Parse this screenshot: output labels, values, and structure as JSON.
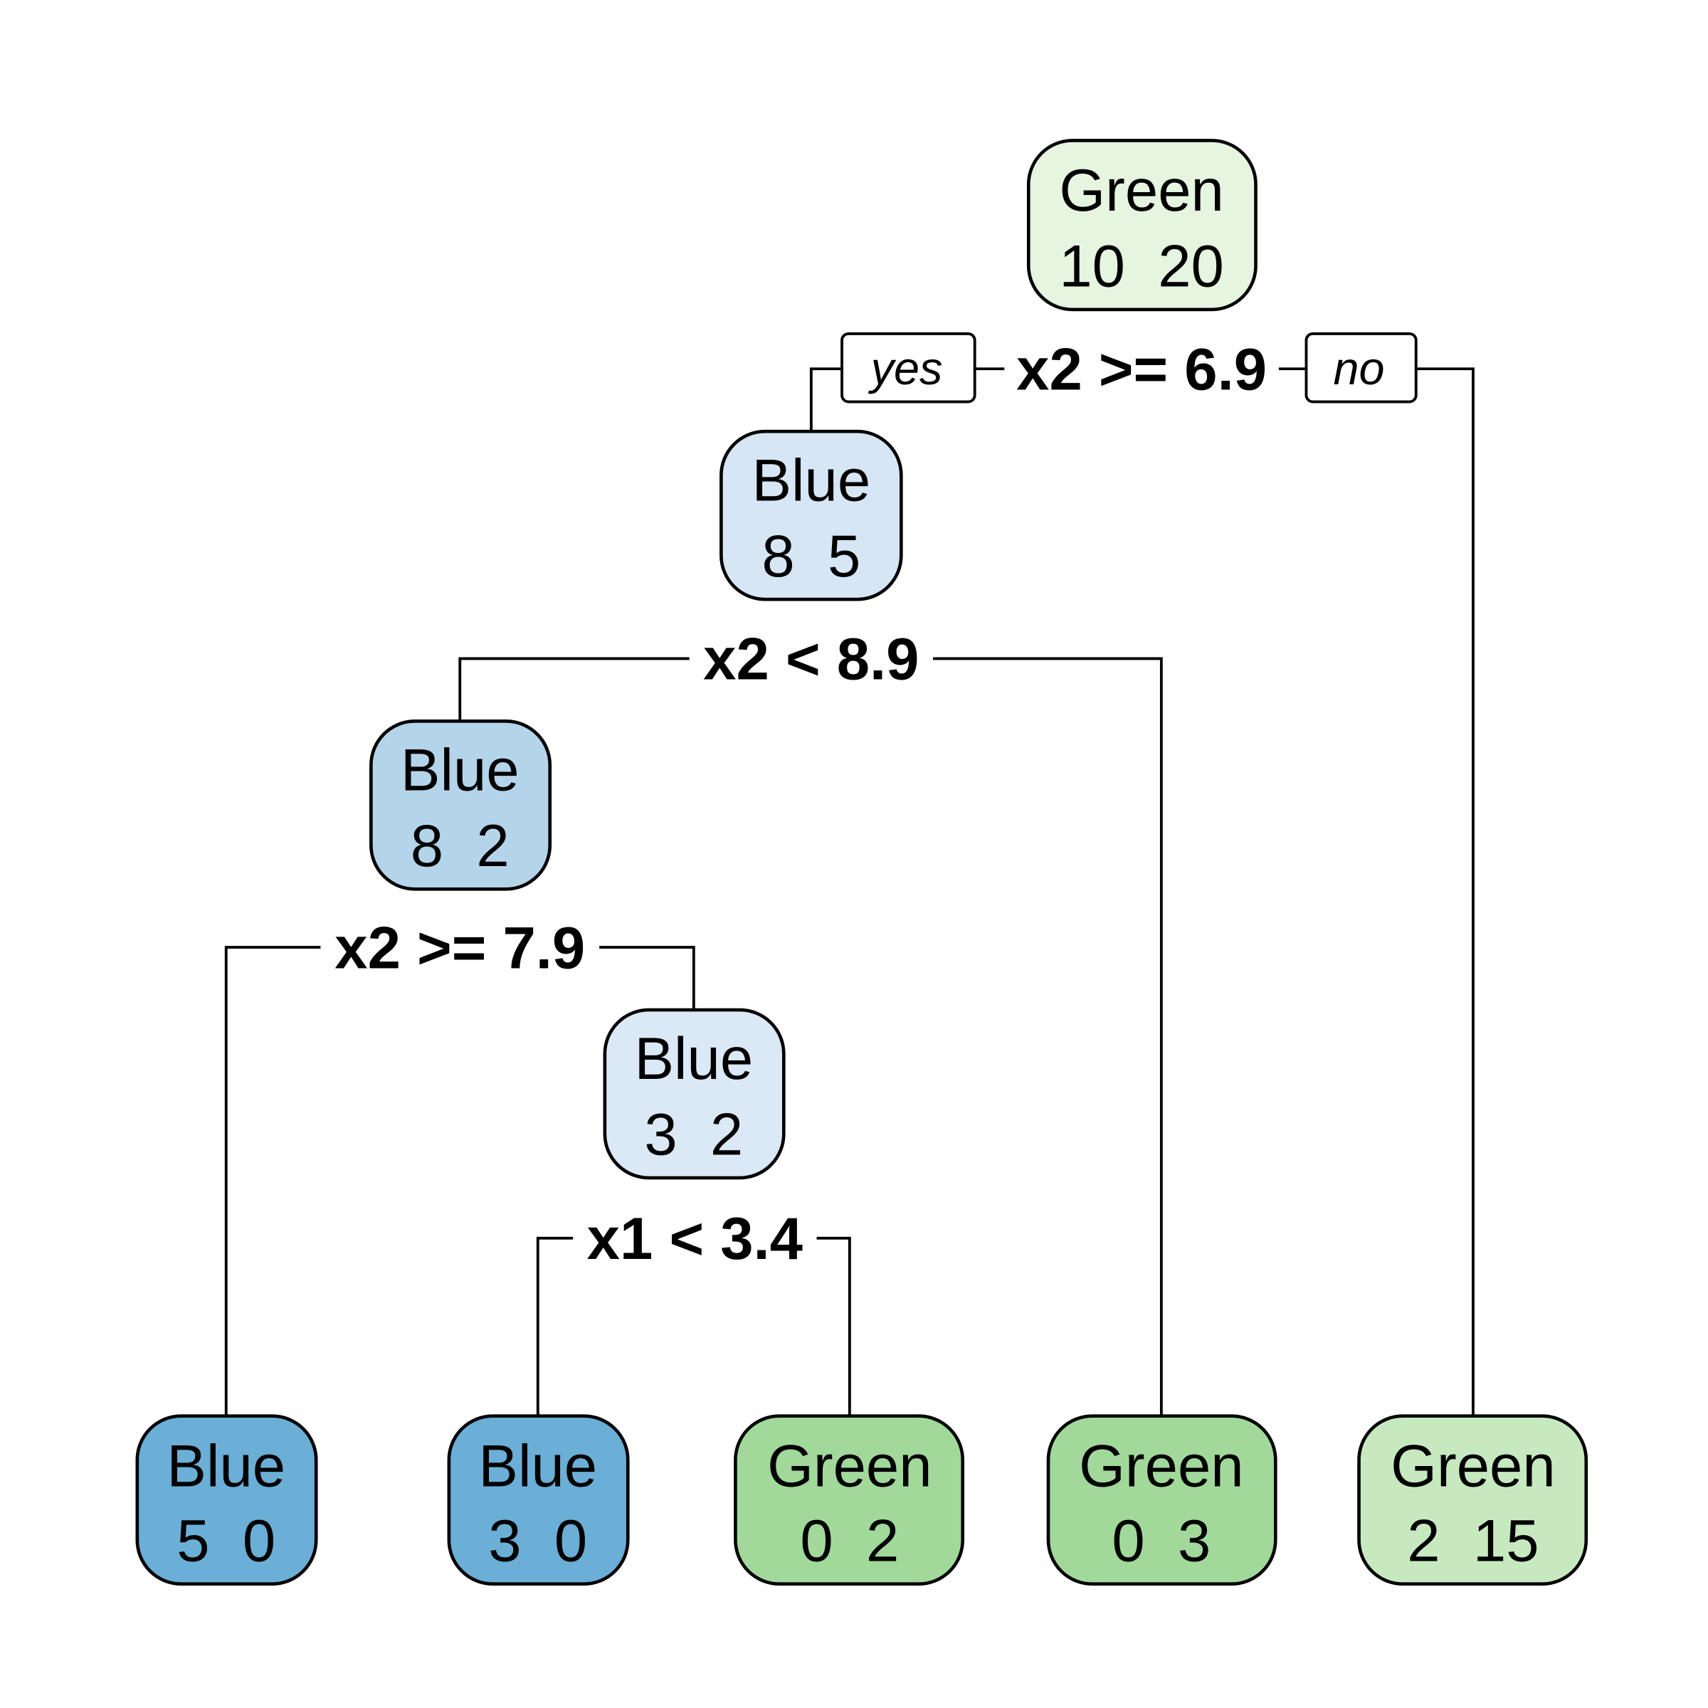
{
  "tree": {
    "nodes": [
      {
        "id": "root",
        "class": "Green",
        "counts": "10  20",
        "color": "#E5F5E0"
      },
      {
        "id": "n2",
        "class": "Blue",
        "counts": "8  5",
        "color": "#D6E6F4"
      },
      {
        "id": "n4",
        "class": "Blue",
        "counts": "8  2",
        "color": "#B4D4E9"
      },
      {
        "id": "n9",
        "class": "Blue",
        "counts": "3  2",
        "color": "#DBE8F5"
      },
      {
        "id": "leaf1",
        "class": "Blue",
        "counts": "5  0",
        "color": "#6BAED6"
      },
      {
        "id": "leaf2",
        "class": "Blue",
        "counts": "3  0",
        "color": "#6BAED6"
      },
      {
        "id": "leaf3",
        "class": "Green",
        "counts": "0  2",
        "color": "#A1D99B"
      },
      {
        "id": "leaf4",
        "class": "Green",
        "counts": "0  3",
        "color": "#A1D99B"
      },
      {
        "id": "leaf5",
        "class": "Green",
        "counts": "2  15",
        "color": "#C7E9C0"
      }
    ],
    "splits": [
      {
        "text": "x2 >= 6.9"
      },
      {
        "text": "x2 < 8.9"
      },
      {
        "text": "x2 >= 7.9"
      },
      {
        "text": "x1 < 3.4"
      }
    ],
    "yes_label": "yes",
    "no_label": "no"
  }
}
